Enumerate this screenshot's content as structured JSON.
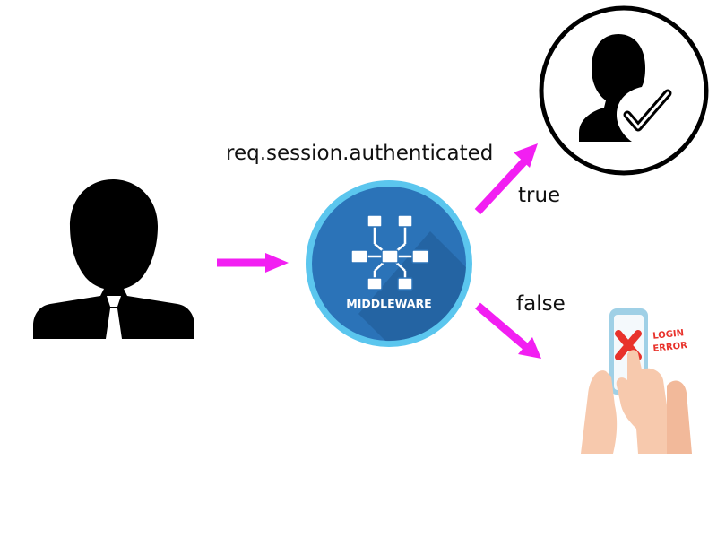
{
  "diagram": {
    "condition_label": "req.session.authenticated",
    "true_label": "true",
    "false_label": "false",
    "middleware_label": "MIDDLEWARE",
    "error_sign_lines": [
      "LOGIN",
      "ERROR"
    ],
    "icons": {
      "user": "user-silhouette-icon",
      "middleware": "middleware-network-icon",
      "authenticated_user": "verified-user-icon",
      "login_error": "login-error-phone-icon"
    },
    "colors": {
      "arrow": "#f21ff2",
      "middleware_ring": "#5bc6ee",
      "middleware_fill": "#2b73b8",
      "middleware_shadow": "#1f5a94",
      "silhouette": "#000000",
      "error_x": "#e8322b",
      "skin": "#f7c9ad"
    }
  }
}
